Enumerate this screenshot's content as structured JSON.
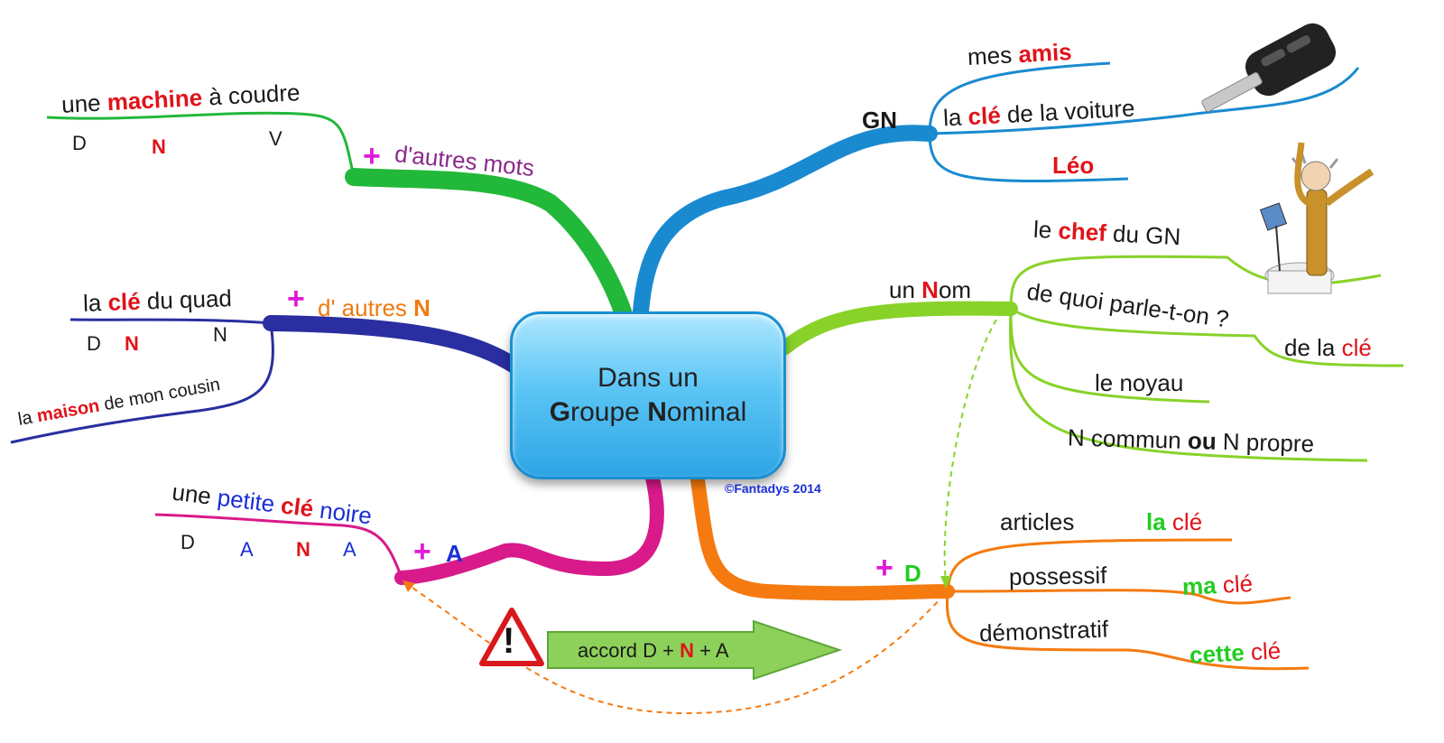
{
  "center": {
    "line1": "Dans un",
    "line2_g": "G",
    "line2_a": "roupe ",
    "line2_n": "N",
    "line2_b": "ominal"
  },
  "copyright": "©Fantadys 2014",
  "green_branch": {
    "label": "d'autres mots",
    "plus": "+",
    "phrase": {
      "a": "une ",
      "b": "machine",
      "c": " à coudre"
    },
    "tags": [
      "D",
      "N",
      "V"
    ]
  },
  "navy_branch": {
    "label_a": "d' autres ",
    "label_b": "N",
    "plus": "+",
    "phrase1": {
      "a": "la ",
      "b": "clé",
      "c": " du quad"
    },
    "tags": [
      "D",
      "N",
      "N"
    ],
    "phrase2": {
      "a": "la ",
      "b": "maison",
      "c": " de mon cousin"
    }
  },
  "magenta_branch": {
    "label": "A",
    "plus": "+",
    "phrase": {
      "a": "une ",
      "b": "petite",
      "c": "clé",
      "d": "noire"
    },
    "tags": [
      "D",
      "A",
      "N",
      "A"
    ]
  },
  "blue_branch": {
    "label": "GN",
    "items": [
      {
        "a": "mes ",
        "b": "amis"
      },
      {
        "a": "la ",
        "b": "clé",
        "c": " de la voiture"
      },
      {
        "b": "Léo"
      }
    ]
  },
  "lime_branch": {
    "label_a": "un ",
    "label_n": "N",
    "label_b": "om",
    "items": {
      "chef": {
        "a": "le ",
        "b": "chef",
        "c": " du GN"
      },
      "quoi": "de quoi parle-t-on ?",
      "quoi_ans": {
        "a": "de la ",
        "b": "clé"
      },
      "noyau": "le noyau",
      "commun": {
        "a": "N commun ",
        "b": "ou",
        "c": " N propre"
      }
    }
  },
  "orange_branch": {
    "plus": "+",
    "label": "D",
    "items": [
      {
        "name": "articles",
        "ex_a": "la",
        "ex_b": " clé"
      },
      {
        "name": "possessif",
        "ex_a": "ma",
        "ex_b": " clé"
      },
      {
        "name": "démonstratif",
        "ex_a": "cette",
        "ex_b": " clé"
      }
    ]
  },
  "agreement": {
    "a": "accord D + ",
    "n": "N",
    "b": " + A",
    "warning": "!"
  },
  "colors": {
    "green": "#22b83a",
    "blue": "#1a8ad0",
    "lime": "#88d22a",
    "navy": "#2a2ea0",
    "magenta": "#d81a8a",
    "orange": "#f57a10",
    "center": "#4bbcf0"
  }
}
